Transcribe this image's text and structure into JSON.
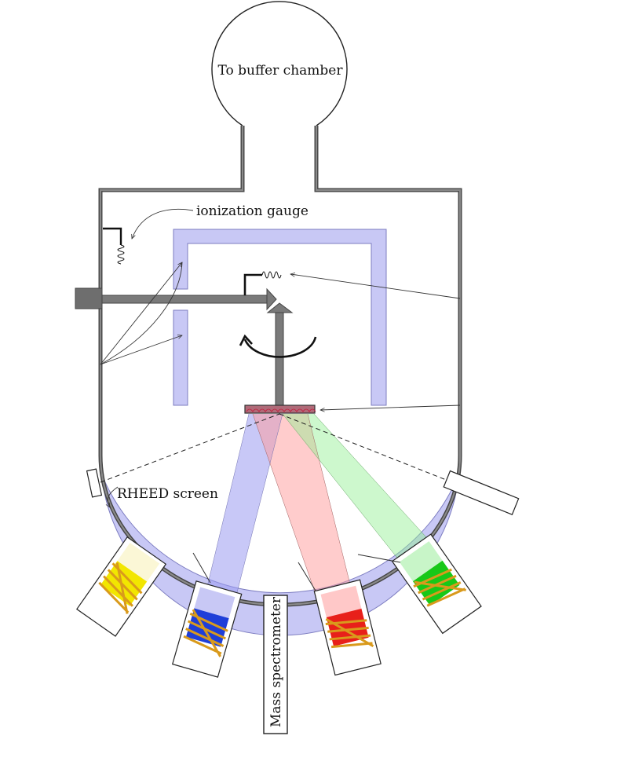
{
  "labels": {
    "buffer_chamber": "To buffer chamber",
    "ionization_gauge": "ionization gauge",
    "rheed_screen": "RHEED screen",
    "mass_spectrometer": "Mass spectrometer"
  },
  "colors": {
    "wall": "#6e6e6e",
    "cryo_panel": "#c8c8f5",
    "cryo_edge": "#7c7cc0",
    "cell_yellow": "#f2e600",
    "cell_blue": "#1f3fd8",
    "cell_red": "#e8201a",
    "cell_green": "#18c818",
    "heater_wire": "#d99a1c",
    "beam_blue": "#9a9af0",
    "beam_red": "#ff9a9a",
    "beam_green": "#90f090",
    "substrate": "#b06a78"
  }
}
